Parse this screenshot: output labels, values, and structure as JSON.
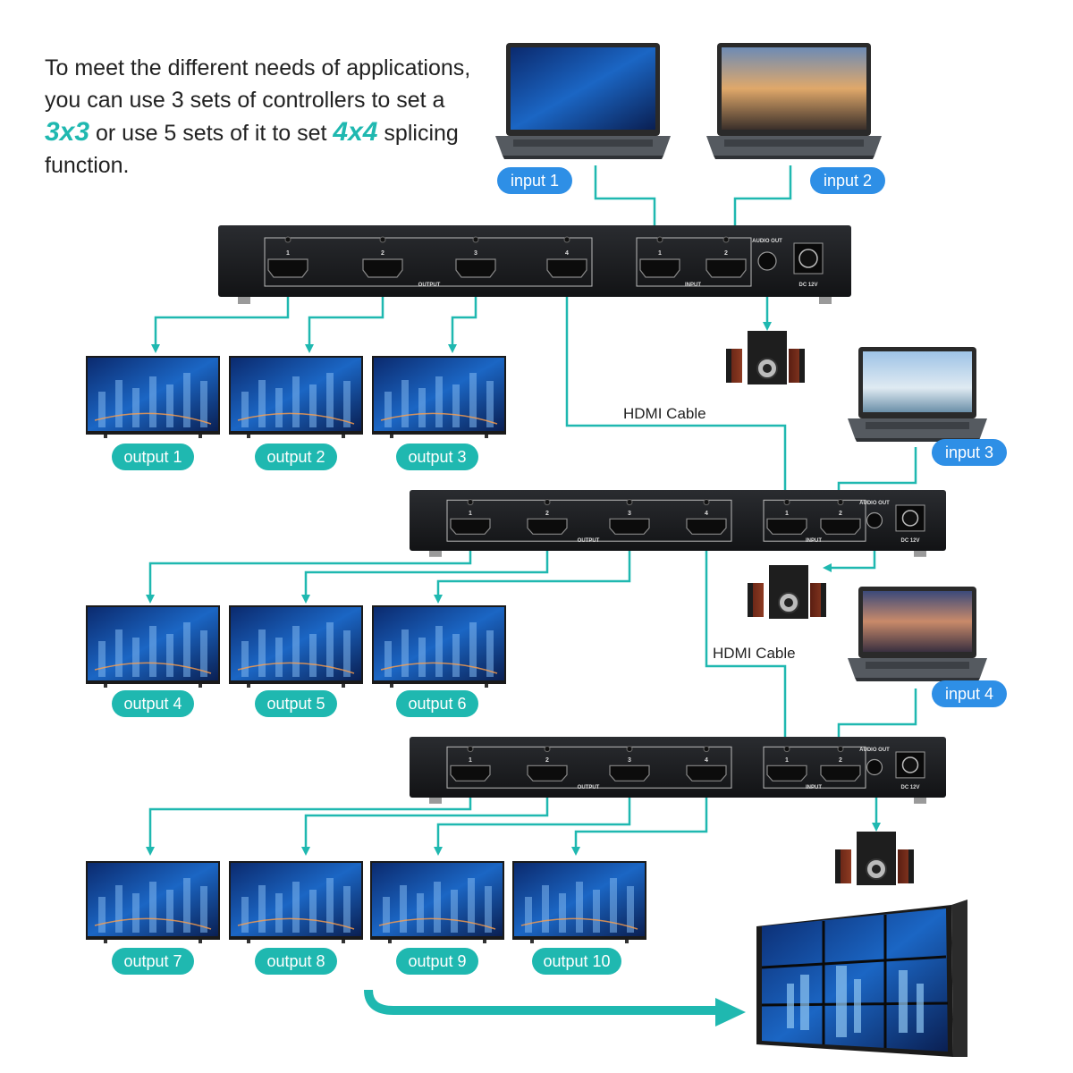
{
  "headline": {
    "part1": "To meet the different needs of applications, you can use 3 sets of controllers to set a ",
    "em1": "3x3",
    "part2": " or use 5 sets of it to set ",
    "em2": "4x4",
    "part3": " splicing function."
  },
  "inputs": [
    "input 1",
    "input 2",
    "input 3",
    "input 4"
  ],
  "outputs": [
    "output 1",
    "output 2",
    "output 3",
    "output 4",
    "output 5",
    "output 6",
    "output 7",
    "output 8",
    "output 9",
    "output 10"
  ],
  "cable_label": "HDMI Cable",
  "device": {
    "port_numbers": [
      "1",
      "2",
      "3",
      "4"
    ],
    "output_label": "OUTPUT",
    "input_label": "INPUT",
    "audio_label": "AUDIO OUT",
    "power_label": "DC 12V"
  },
  "colors": {
    "accent": "#1fb8b0",
    "input_pill": "#2e8fe6",
    "device": "#1f2124"
  },
  "icons": [
    "laptop-icon",
    "tv-icon",
    "speaker-icon",
    "video-wall-icon",
    "hdmi-port-icon"
  ]
}
